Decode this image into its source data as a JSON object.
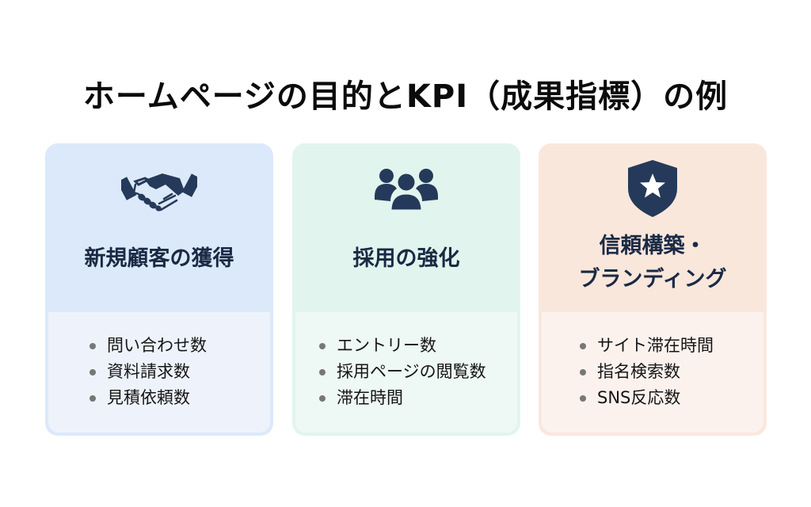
{
  "title": "ホームページの目的とKPI（成果指標）の例",
  "colors": {
    "icon": "#253a5a",
    "heading": "#1b2a44",
    "card1_bg": "#dce9fa",
    "card2_bg": "#e1f5ee",
    "card3_bg": "#fae7dc"
  },
  "cards": [
    {
      "icon": "handshake-icon",
      "heading": "新規顧客の獲得",
      "kpis": [
        "問い合わせ数",
        "資料請求数",
        "見積依頼数"
      ]
    },
    {
      "icon": "people-group-icon",
      "heading": "採用の強化",
      "kpis": [
        "エントリー数",
        "採用ページの閲覧数",
        "滞在時間"
      ]
    },
    {
      "icon": "shield-star-icon",
      "heading_line1": "信頼構築・",
      "heading_line2": "ブランディング",
      "kpis": [
        "サイト滞在時間",
        "指名検索数",
        "SNS反応数"
      ]
    }
  ]
}
